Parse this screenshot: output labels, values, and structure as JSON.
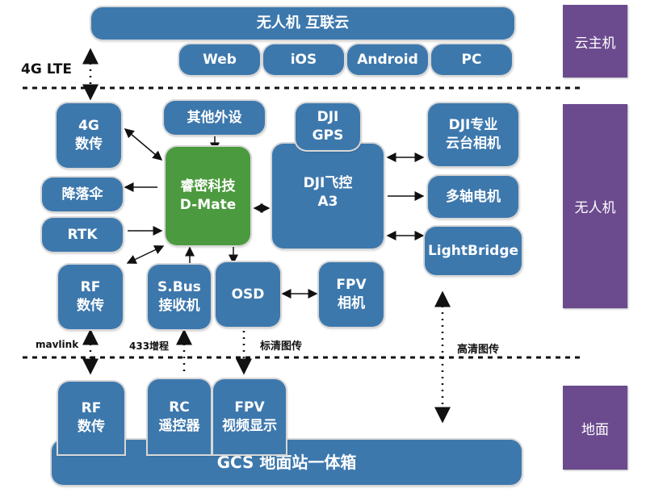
{
  "cloud": {
    "title": "无人机   互联云",
    "clients": [
      "Web",
      "iOS",
      "Android",
      "PC"
    ]
  },
  "layers": {
    "cloud": "云主机",
    "drone": "无人机",
    "ground": "地面"
  },
  "links": {
    "lte": "4G LTE",
    "mavlink": "mavlink",
    "range433": "433增程",
    "sd_video": "标清图传",
    "hd_video": "高清图传"
  },
  "drone": {
    "lte_module": "4G\n数传",
    "parachute": "降落伞",
    "rtk": "RTK",
    "rf": "RF\n数传",
    "peripherals": "其他外设",
    "dmate": "睿密科技\nD-Mate",
    "sbus": "S.Bus\n接收机",
    "osd": "OSD",
    "fpv_camera": "FPV\n相机",
    "gps": "DJI\nGPS",
    "fc": "DJI飞控\nA3",
    "gimbal": "DJI专业\n云台相机",
    "motors": "多轴电机",
    "lightbridge": "LightBridge"
  },
  "ground": {
    "rf": "RF\n数传",
    "rc": "RC\n遥控器",
    "fpv_display": "FPV\n视频显示",
    "gcs": "GCS  地面站一体箱"
  }
}
